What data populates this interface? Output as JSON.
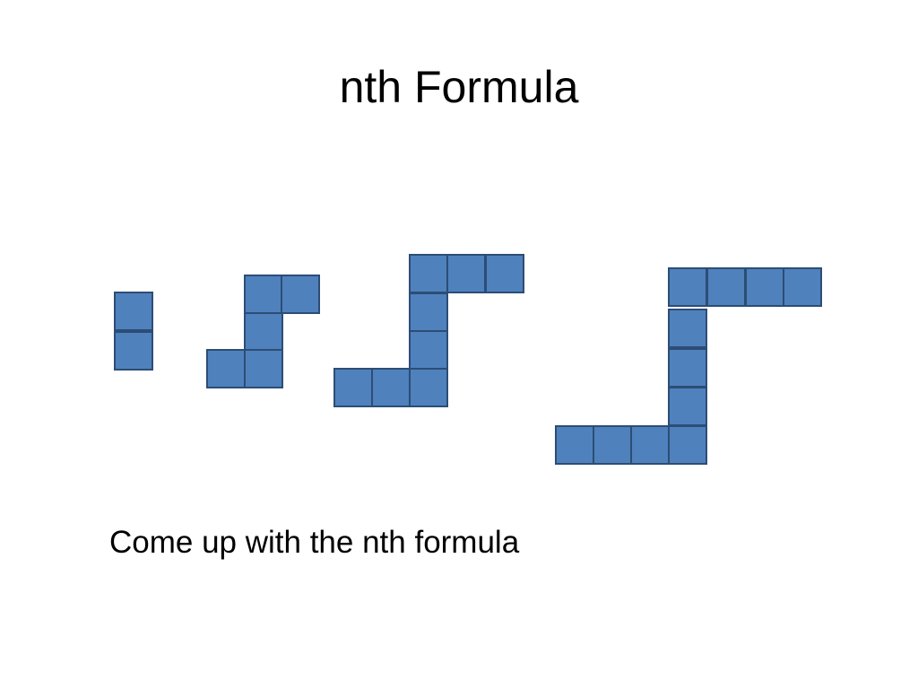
{
  "slide": {
    "title": "nth Formula",
    "body_text": "Come up with the nth formula",
    "square_fill": "#4F81BD",
    "square_stroke": "#2C4D75"
  },
  "pattern": {
    "term_1_square_count": 2,
    "term_2_square_count": 5,
    "term_3_square_count": 8,
    "term_4_square_count": 11
  }
}
